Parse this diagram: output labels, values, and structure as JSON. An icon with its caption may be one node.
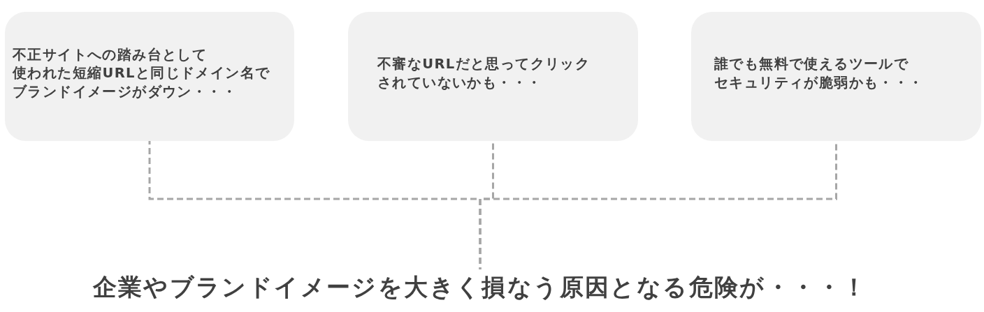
{
  "diagram": {
    "nodes": [
      {
        "text": [
          "不正サイトへの踏み台として使われた短縮URLと同じドメイン名でブランドイメージがダウン・・・"
        ]
      },
      {
        "text": [
          "不審なURLだと思ってクリックされていないかも・・・"
        ]
      },
      {
        "text": [
          "誰でも無料で使えるツールでセキュリティが脆弱かも・・・"
        ]
      },
      {
        "text": [
          "企業やブランドイメージを大きく損なう原因となる危険が・・・！"
        ]
      }
    ],
    "edges": [
      {
        "from": 0,
        "to": 3,
        "arrow": "none",
        "style": "dashed"
      },
      {
        "from": 1,
        "to": 3,
        "arrow": "none",
        "style": "dashed"
      },
      {
        "from": 2,
        "to": 3,
        "arrow": "none",
        "style": "dashed"
      }
    ]
  }
}
